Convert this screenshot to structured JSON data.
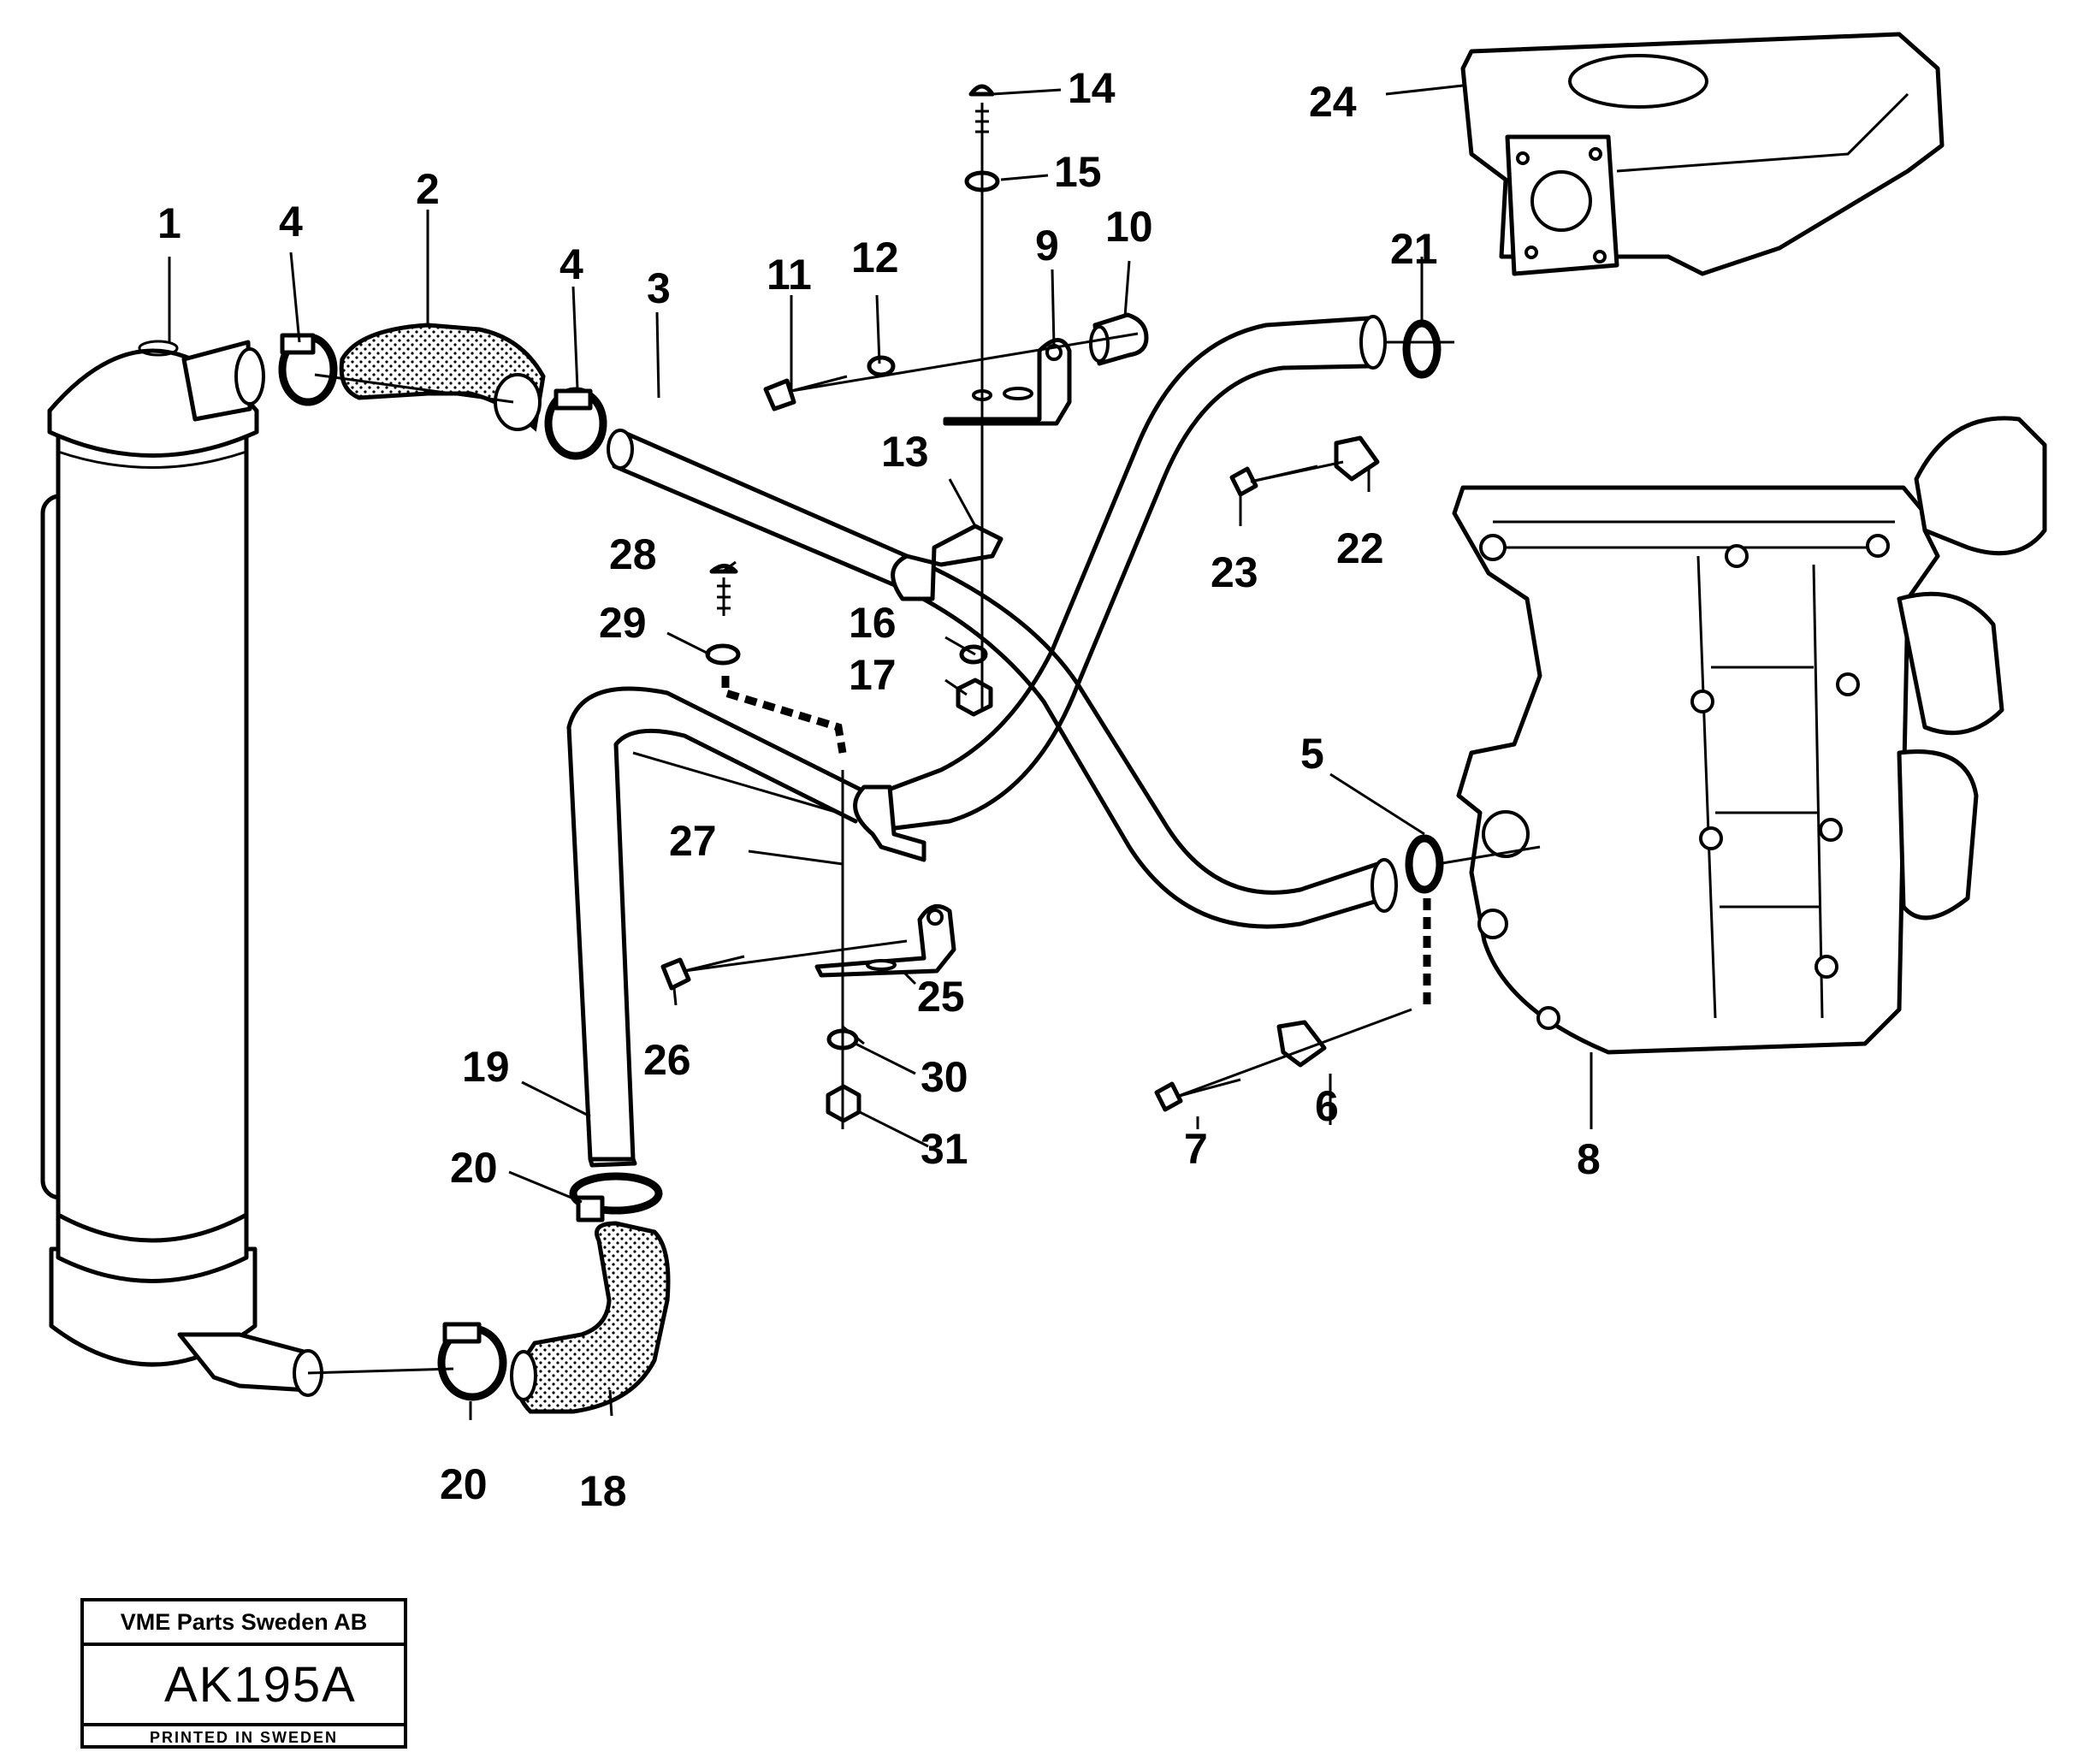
{
  "callouts": {
    "c1": "1",
    "c2": "2",
    "c3": "3",
    "c4a": "4",
    "c4b": "4",
    "c5": "5",
    "c6": "6",
    "c7": "7",
    "c8": "8",
    "c9": "9",
    "c10": "10",
    "c11": "11",
    "c12": "12",
    "c13": "13",
    "c14": "14",
    "c15": "15",
    "c16": "16",
    "c17": "17",
    "c18": "18",
    "c19": "19",
    "c20a": "20",
    "c20b": "20",
    "c21": "21",
    "c22": "22",
    "c23": "23",
    "c24": "24",
    "c25": "25",
    "c26": "26",
    "c27": "27",
    "c28": "28",
    "c29": "29",
    "c30": "30",
    "c31": "31"
  },
  "title_block": {
    "company": "VME Parts Sweden AB",
    "code": "AK195A",
    "printed": "PRINTED IN SWEDEN"
  }
}
